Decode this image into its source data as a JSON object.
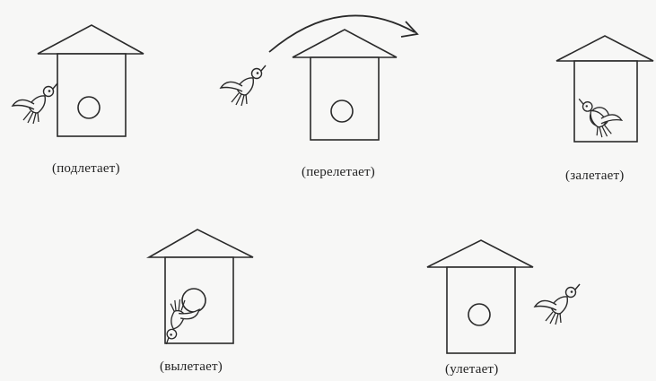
{
  "panels": [
    {
      "id": "approach",
      "caption": "(подлетает)"
    },
    {
      "id": "fly-over",
      "caption": "(перелетает)"
    },
    {
      "id": "fly-in",
      "caption": "(залетает)"
    },
    {
      "id": "fly-out",
      "caption": "(вылетает)"
    },
    {
      "id": "fly-away",
      "caption": "(улетает)"
    }
  ],
  "colors": {
    "ink": "#2a2a2a",
    "background": "#f7f7f6"
  }
}
